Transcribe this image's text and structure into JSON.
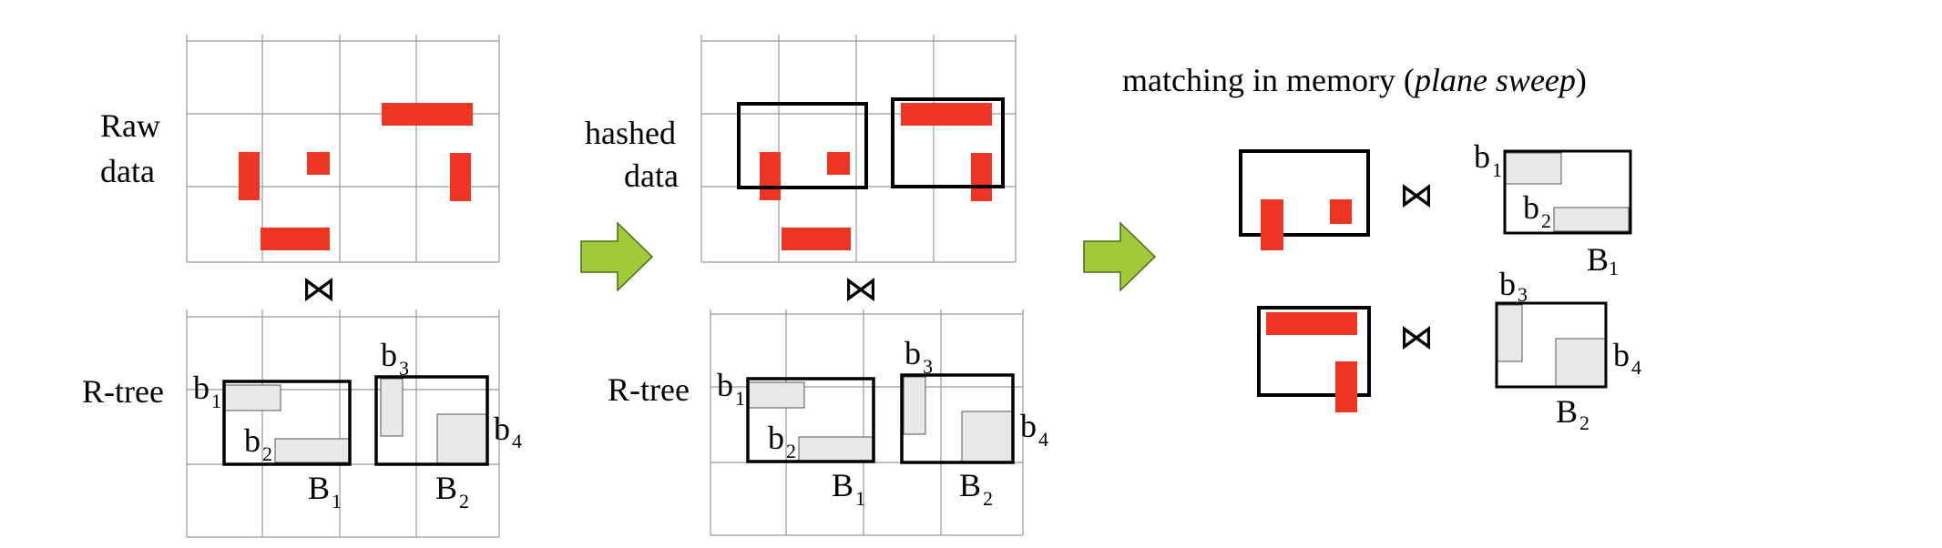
{
  "panels": {
    "raw": {
      "label_line1": "Raw",
      "label_line2": "data"
    },
    "hashed": {
      "label_line1": "hashed",
      "label_line2": "data"
    },
    "rtree_left": {
      "label": "R-tree"
    },
    "rtree_mid": {
      "label": "R-tree"
    }
  },
  "join_symbol": "⋈",
  "title": {
    "text_prefix": "matching in memory (",
    "text_italic": "plane sweep",
    "text_suffix": ")"
  },
  "nodes": {
    "b": "b",
    "B": "B",
    "sub1": "1",
    "sub2": "2",
    "sub3": "3",
    "sub4": "4"
  },
  "colors": {
    "object_fill": "#ee3524",
    "arrow_fill": "#a2c93a",
    "leaf_fill": "#e8e8e8",
    "grid_line": "#999999"
  }
}
